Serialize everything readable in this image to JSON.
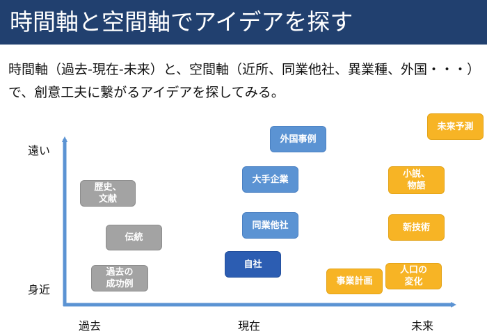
{
  "title": "時間軸と空間軸でアイデアを探す",
  "description": "時間軸（過去-現在-未来）と、空間軸（近所、同業他社、異業種、外国・・・）で、創意工夫に繋がるアイデアを探してみる。",
  "axes": {
    "y_far": "遠い",
    "y_near": "身近",
    "x_past": "過去",
    "x_present": "現在",
    "x_future": "未来"
  },
  "boxes": {
    "history_lit": [
      "歴史、",
      "文献"
    ],
    "tradition": [
      "伝統"
    ],
    "past_success": [
      "過去の",
      "成功例"
    ],
    "foreign_cases": [
      "外国事例"
    ],
    "big_companies": [
      "大手企業"
    ],
    "competitors": [
      "同業他社"
    ],
    "own_company": [
      "自社"
    ],
    "future_forecast": [
      "未来予測"
    ],
    "novels_stories": [
      "小説、",
      "物語"
    ],
    "new_tech": [
      "新技術"
    ],
    "population_change": [
      "人口の",
      "変化"
    ],
    "business_plan": [
      "事業計画"
    ]
  },
  "colors": {
    "title_bar": "#21406f",
    "axis": "#5b93d3",
    "past": "#a3a3a3",
    "present": "#5b93d3",
    "self": "#2c5db2",
    "future": "#f7b425"
  }
}
